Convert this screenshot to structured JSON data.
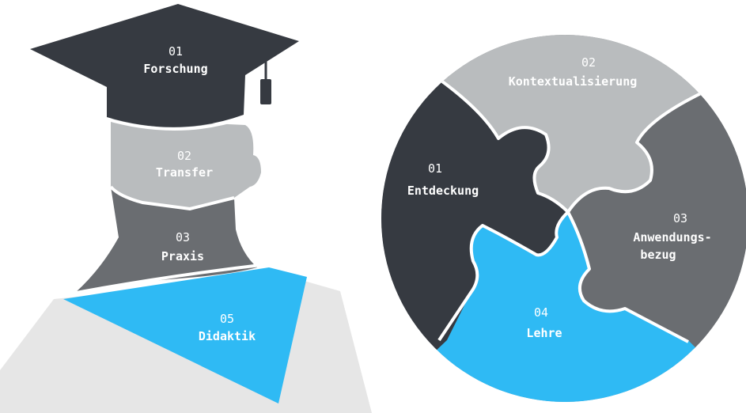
{
  "colors": {
    "dark": "#363a41",
    "light_gray": "#b9bcbe",
    "mid_gray": "#6a6d71",
    "blue": "#2fbaf4",
    "gown": "#e6e6e6",
    "outline": "#ffffff"
  },
  "graduate": {
    "segments": [
      {
        "num": "01",
        "name": "Forschung"
      },
      {
        "num": "02",
        "name": "Transfer"
      },
      {
        "num": "03",
        "name": "Praxis"
      },
      {
        "num": "05",
        "name": "Didaktik"
      }
    ]
  },
  "puzzle": {
    "pieces": [
      {
        "num": "01",
        "name": "Entdeckung"
      },
      {
        "num": "02",
        "name": "Kontextualisierung"
      },
      {
        "num": "03",
        "name_line1": "Anwendungs-",
        "name_line2": "bezug"
      },
      {
        "num": "04",
        "name": "Lehre"
      }
    ]
  }
}
